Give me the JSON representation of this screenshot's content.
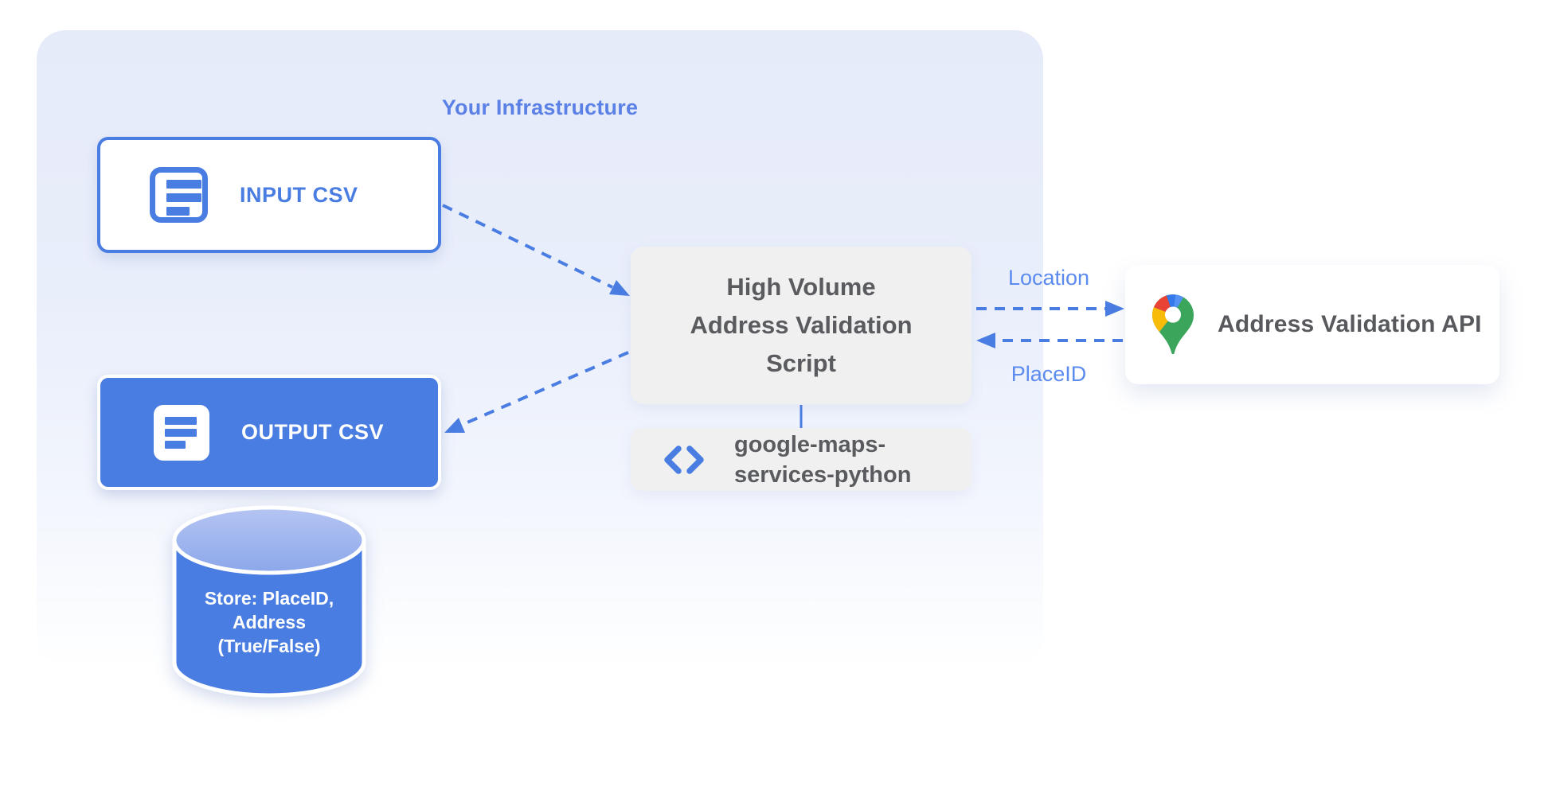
{
  "diagram": {
    "title": "Your Infrastructure",
    "nodes": {
      "input_csv": {
        "label": "INPUT CSV",
        "icon": "document-icon"
      },
      "output_csv": {
        "label": "OUTPUT CSV",
        "icon": "document-icon"
      },
      "datastore": {
        "label": "Store: PlaceID,\nAddress\n(True/False)",
        "icon": "database-cylinder-icon"
      },
      "script": {
        "label": "High Volume\nAddress Validation\nScript"
      },
      "library": {
        "label": "google-maps-\nservices-python",
        "icon": "code-brackets-icon"
      },
      "api": {
        "label": "Address Validation API",
        "icon": "google-maps-pin-icon"
      }
    },
    "edges": {
      "input_to_script": {
        "from": "input_csv",
        "to": "script",
        "style": "dashed"
      },
      "script_to_output": {
        "from": "script",
        "to": "output_csv",
        "style": "dashed"
      },
      "script_to_api": {
        "from": "script",
        "to": "api",
        "style": "dashed",
        "label": "Location"
      },
      "api_to_script": {
        "from": "api",
        "to": "script",
        "style": "dashed",
        "label": "PlaceID"
      },
      "script_to_library": {
        "from": "script",
        "to": "library",
        "style": "solid"
      }
    },
    "colors": {
      "primary_blue": "#4a7de2",
      "title_blue": "#5b80e6",
      "edge_label_blue": "#5b8bee",
      "node_text_gray": "#595b5e",
      "container_fill_top": "#e6ebf9",
      "gray_box_fill": "#f0f0f1",
      "cylinder_top_light": "#b5c5f3",
      "cylinder_top_dark": "#8ba7ea",
      "pin_blue_dark": "#3478ec",
      "pin_blue": "#5491f5",
      "pin_red": "#e94335",
      "pin_yellow": "#f8bb08",
      "pin_green": "#3ba55c"
    }
  }
}
